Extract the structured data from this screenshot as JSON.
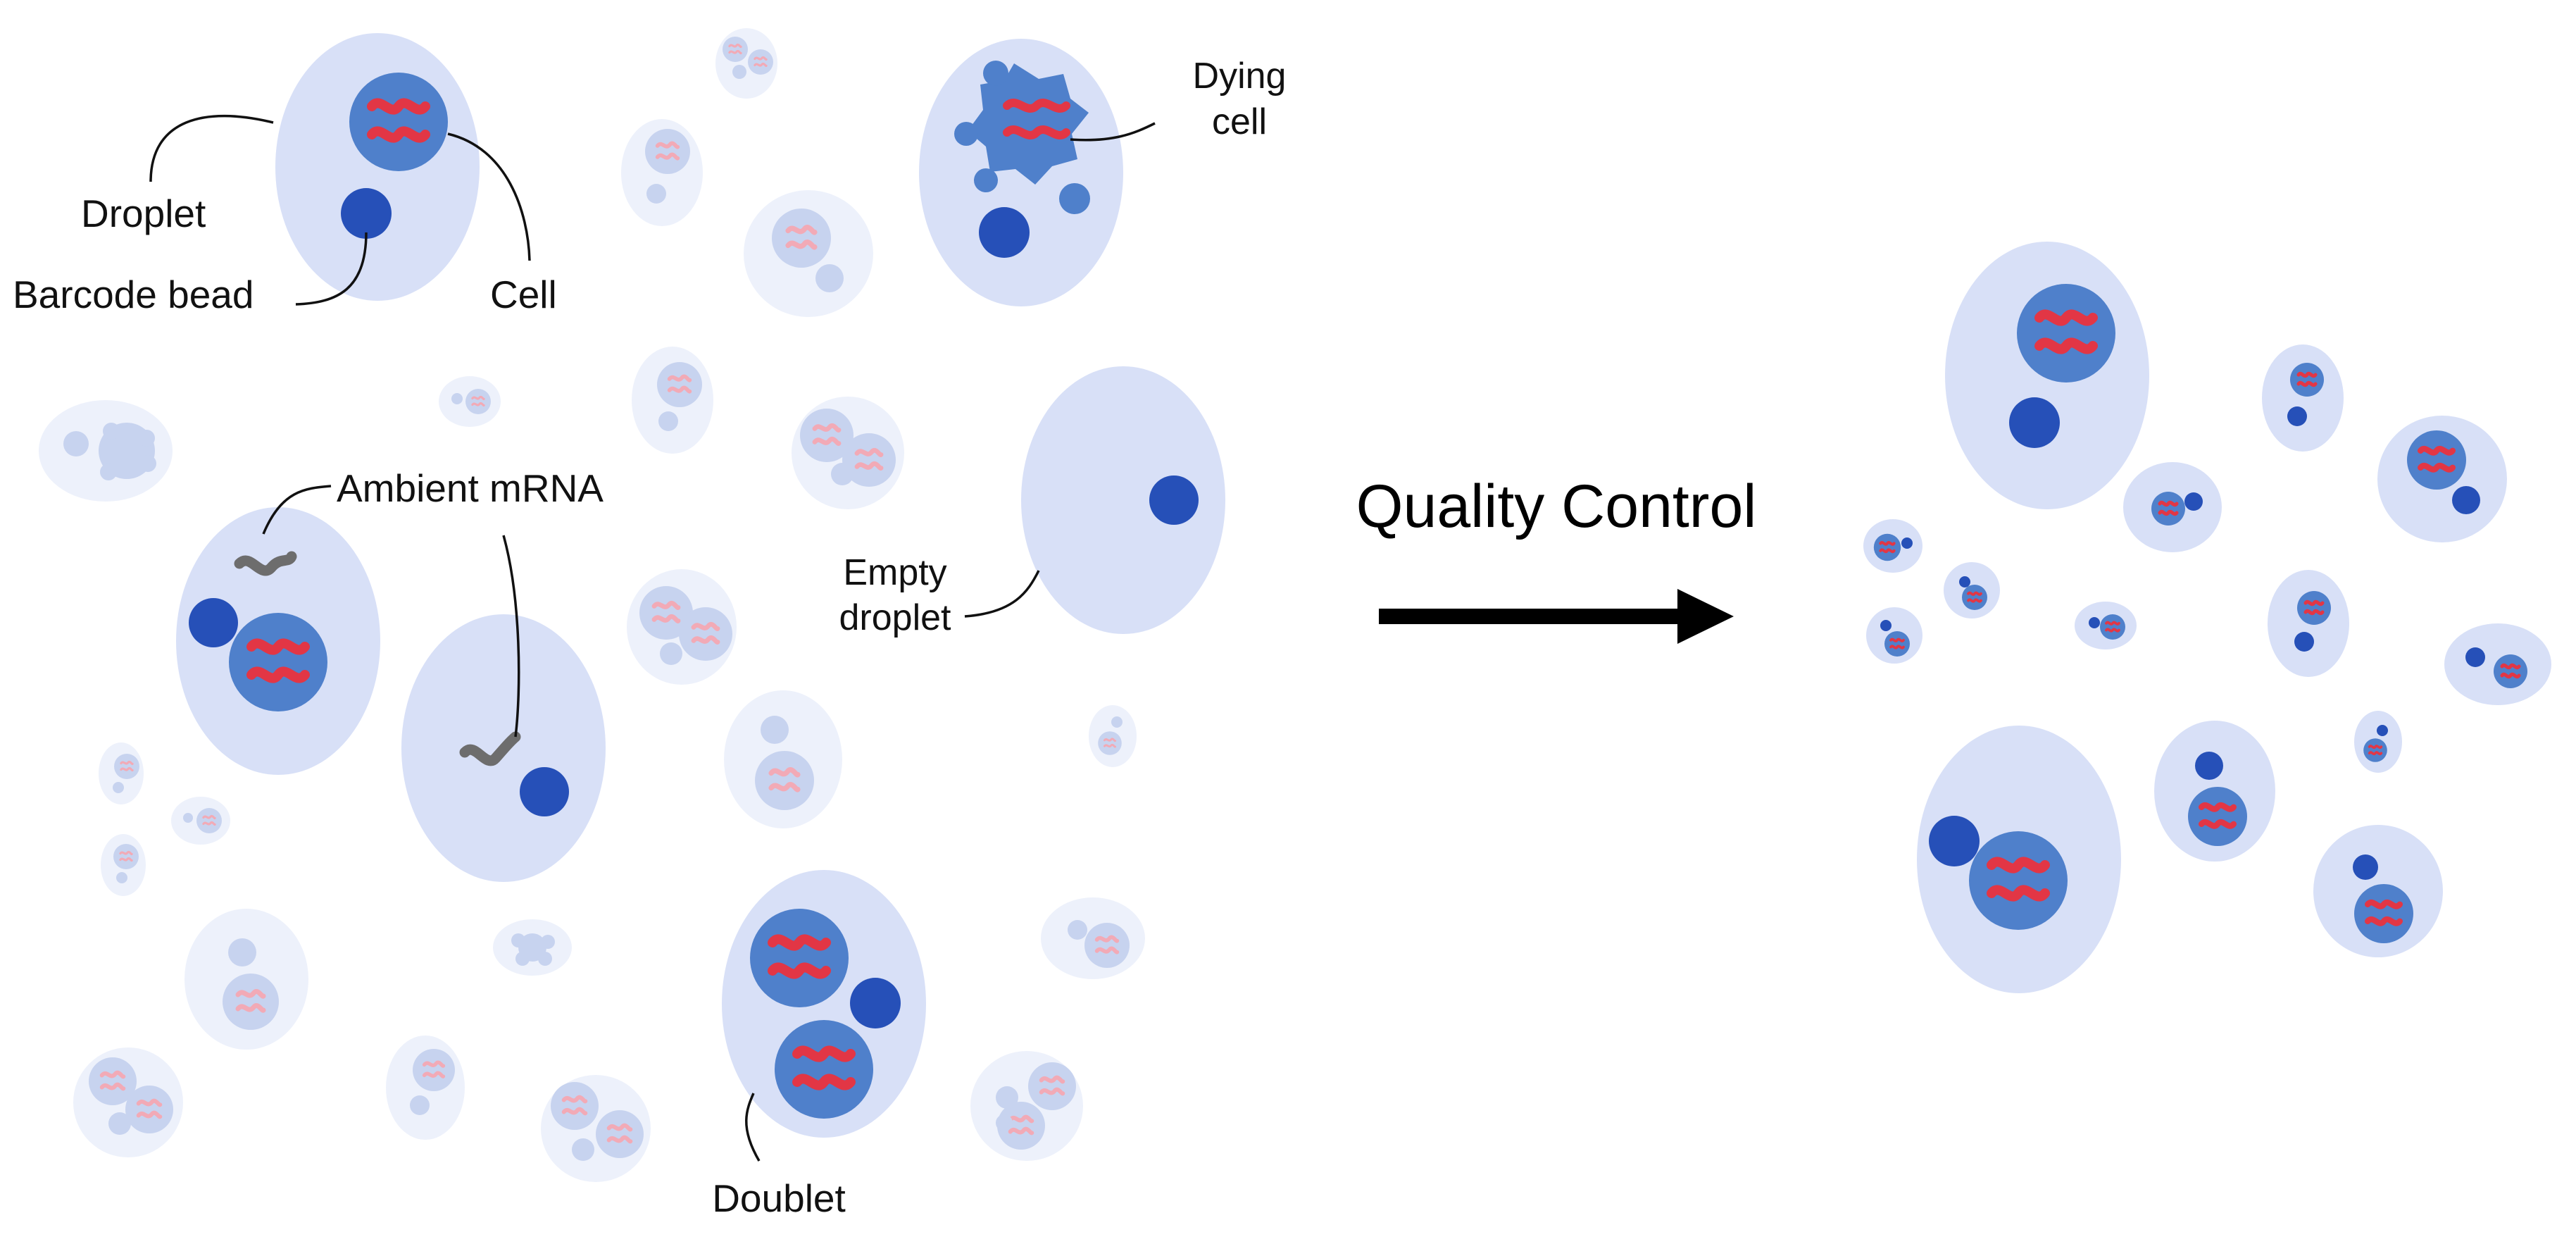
{
  "labels": {
    "droplet": "Droplet",
    "barcode_bead": "Barcode bead",
    "cell": "Cell",
    "dying_cell_line1": "Dying",
    "dying_cell_line2": "cell",
    "ambient_mrna": "Ambient mRNA",
    "empty_droplet_line1": "Empty",
    "empty_droplet_line2": "droplet",
    "doublet": "Doublet",
    "quality_control": "Quality Control"
  },
  "colors": {
    "droplet_fill": "#d8e0f7",
    "faded_droplet_fill": "#edf1fb",
    "cell_fill": "#4f80cb",
    "bead_fill": "#2650b8",
    "mrna": "#e23645",
    "faded_cell": "#c7d3ef",
    "faded_mrna": "#f2aab6",
    "ambient_mrna": "#6d6d6d",
    "arrow": "#000000"
  }
}
